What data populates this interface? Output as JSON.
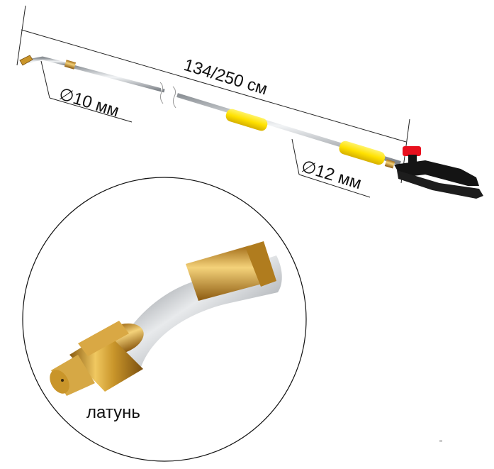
{
  "labels": {
    "length": "134/250 см",
    "diameter_small": "∅10 мм",
    "diameter_large": "∅12 мм",
    "material": "латунь"
  },
  "colors": {
    "background": "#ffffff",
    "rod": "#b8bcc0",
    "handle_yellow": "#ffe600",
    "trigger_red": "#e8101e",
    "grip_black": "#141414",
    "brass": "#c99a2e",
    "line": "#222222"
  },
  "icons": [
    "spray-lance",
    "brass-nozzle",
    "trigger-handle"
  ]
}
